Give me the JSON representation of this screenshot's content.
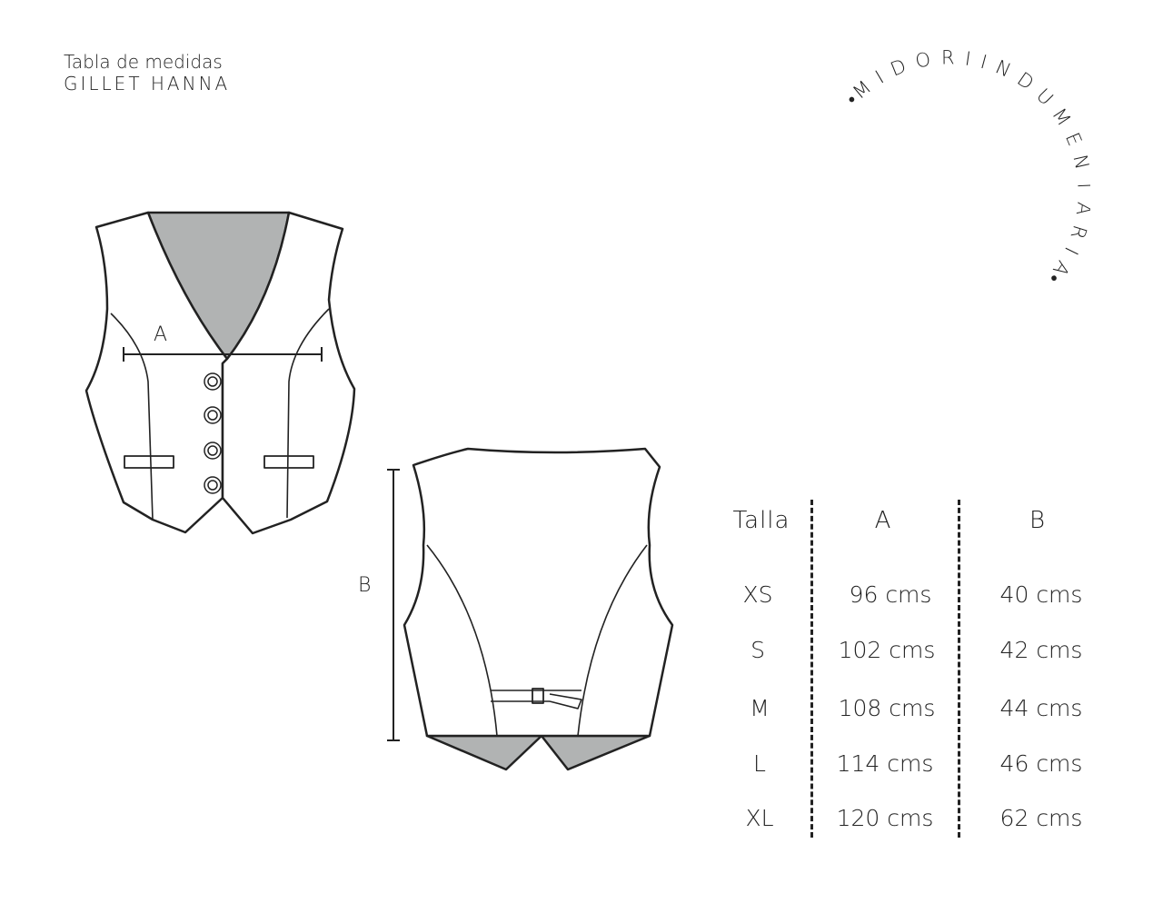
{
  "header": {
    "title": "Tabla de medidas",
    "subtitle": "GILLET HANNA"
  },
  "logo": {
    "text": "•M I D O R I   I N D U M E N T A R I A•"
  },
  "diagram": {
    "label_a": "A",
    "label_b": "B"
  },
  "size_table": {
    "headers": [
      "Talla",
      "A",
      "B"
    ],
    "rows": [
      {
        "size": "XS",
        "a": "96 cms",
        "b": "40 cms"
      },
      {
        "size": "S",
        "a": "102 cms",
        "b": "42 cms"
      },
      {
        "size": "M",
        "a": "108 cms",
        "b": "44 cms"
      },
      {
        "size": "L",
        "a": "114 cms",
        "b": "46 cms"
      },
      {
        "size": "XL",
        "a": "120 cms",
        "b": "62 cms"
      }
    ]
  },
  "colors": {
    "line": "#222222",
    "lining": "#b1b3b3"
  }
}
